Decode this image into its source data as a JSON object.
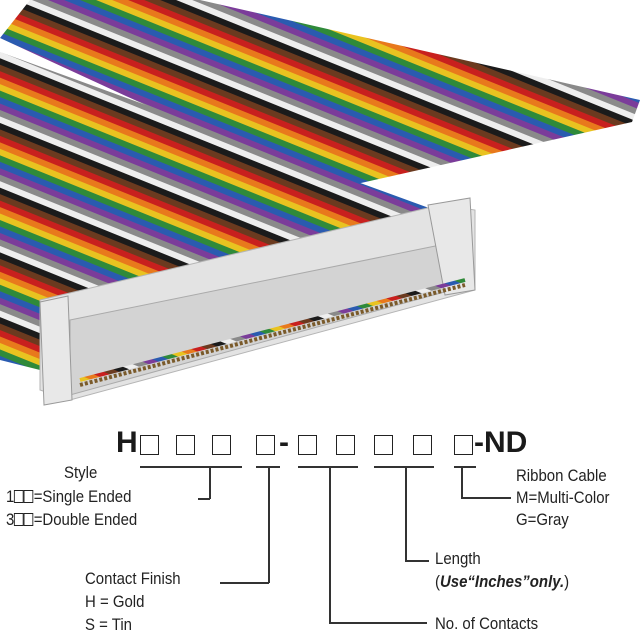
{
  "part_number": {
    "prefix": "H",
    "dash": "-",
    "suffix": "-ND"
  },
  "style": {
    "title": "Style",
    "option1_prefix": "1",
    "option1": "=Single Ended",
    "option2_prefix": "3",
    "option2": "=Double Ended"
  },
  "contact_finish": {
    "title": "Contact Finish",
    "option1": "H = Gold",
    "option2": "S = Tin"
  },
  "length": {
    "title": "Length",
    "note_open": "(",
    "note": "Use“Inches”only.",
    "note_close": ")"
  },
  "contacts": {
    "title": "No. of Contacts"
  },
  "ribbon_cable": {
    "title": "Ribbon Cable",
    "option1": "M=Multi-Color",
    "option2": "G=Gray"
  },
  "colors": {
    "stripes": [
      "#6b3a1f",
      "#c8201e",
      "#e8791c",
      "#e9c320",
      "#2f8a3a",
      "#2a5bb0",
      "#7b3c9a",
      "#8a8a8a",
      "#eeeeee",
      "#1b1b1b"
    ],
    "connector": "#e3e3e3"
  }
}
